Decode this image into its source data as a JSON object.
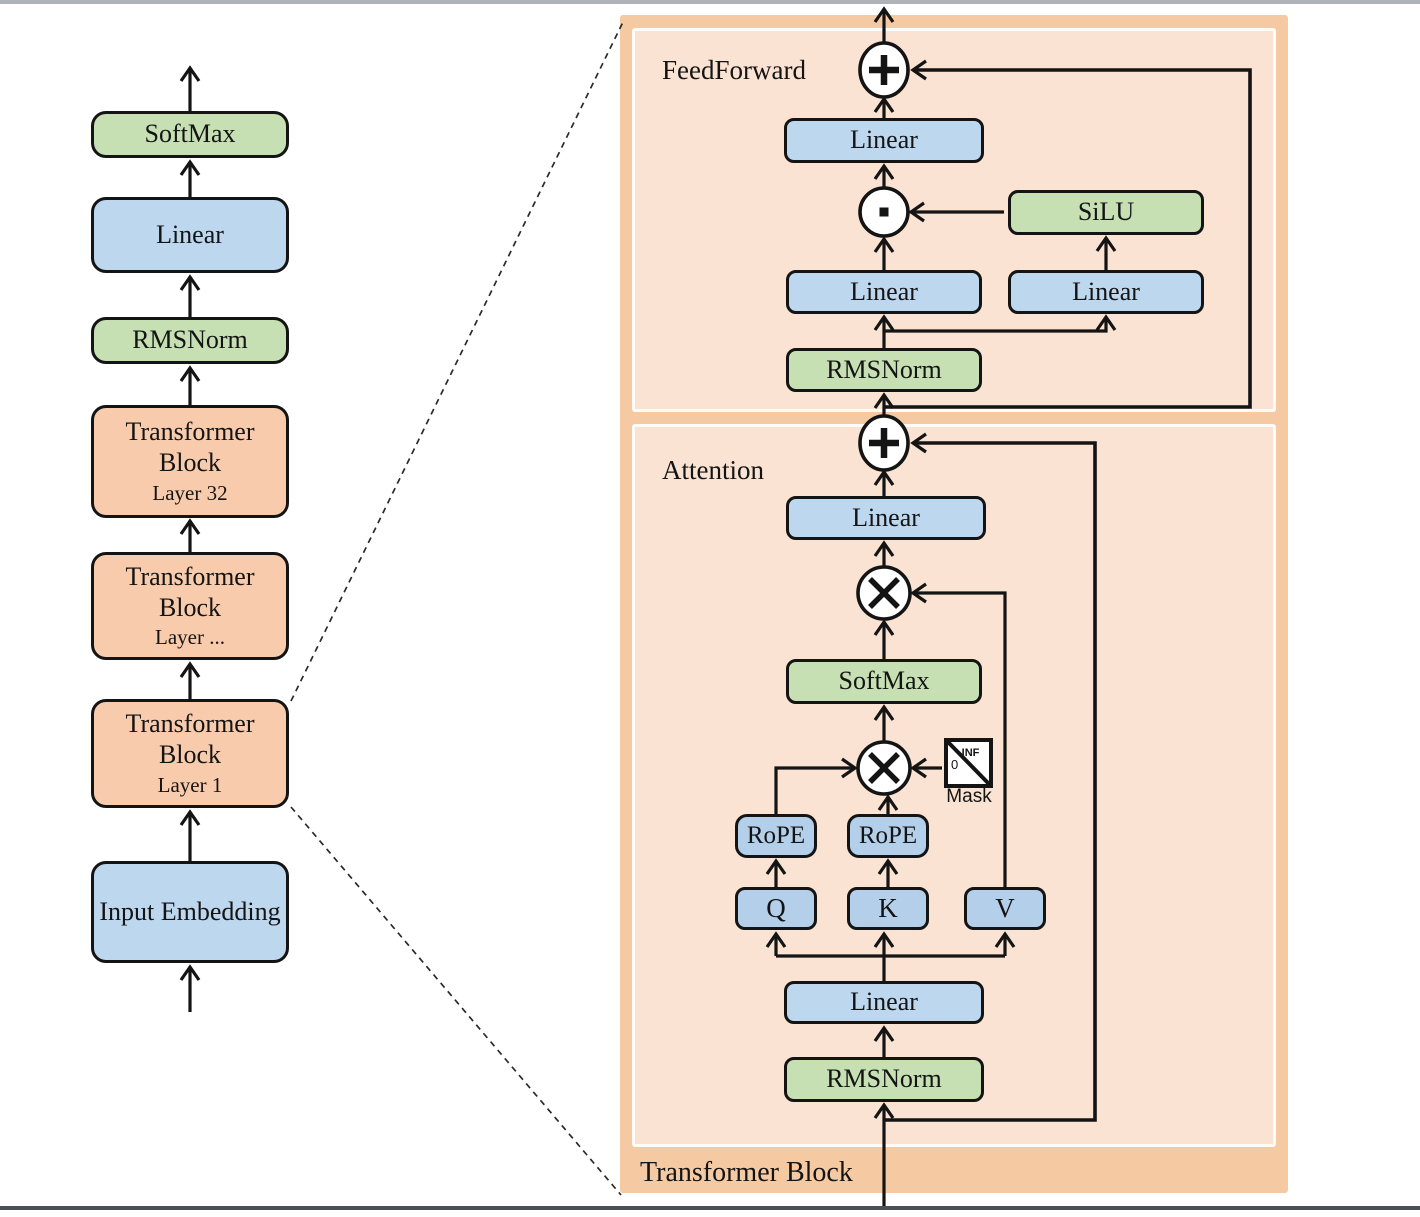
{
  "colors": {
    "green": "#c6e0b4",
    "blue": "#bdd7ee",
    "blue_qkv": "#b4cfea",
    "orange": "#f8cbad",
    "panel_outer": "#f5c9a2",
    "panel_inner": "#fae3d2",
    "line": "#141414"
  },
  "left_column": {
    "blocks": [
      {
        "label": "SoftMax"
      },
      {
        "label": "Linear"
      },
      {
        "label": "RMSNorm"
      },
      {
        "label": "Transformer Block",
        "sublabel": "Layer 32"
      },
      {
        "label": "Transformer Block",
        "sublabel": "Layer ..."
      },
      {
        "label": "Transformer Block",
        "sublabel": "Layer 1"
      },
      {
        "label": "Input Embedding"
      }
    ]
  },
  "right_panel": {
    "container_label": "Transformer Block",
    "feedforward": {
      "label": "FeedForward",
      "linear_out": "Linear",
      "silu": "SiLU",
      "linear_gate": "Linear",
      "linear_up": "Linear",
      "rmsnorm": "RMSNorm"
    },
    "attention": {
      "label": "Attention",
      "linear_out": "Linear",
      "softmax": "SoftMax",
      "rope_q": "RoPE",
      "rope_k": "RoPE",
      "q": "Q",
      "k": "K",
      "v": "V",
      "linear_in": "Linear",
      "rmsnorm": "RMSNorm",
      "mask": {
        "label": "Mask",
        "upper": "-INF",
        "lower": "0"
      }
    }
  },
  "icons": {
    "add": "circled plus (residual add)",
    "matmul": "circled times (matrix multiply)",
    "dot": "circled dot (element-wise product)"
  }
}
